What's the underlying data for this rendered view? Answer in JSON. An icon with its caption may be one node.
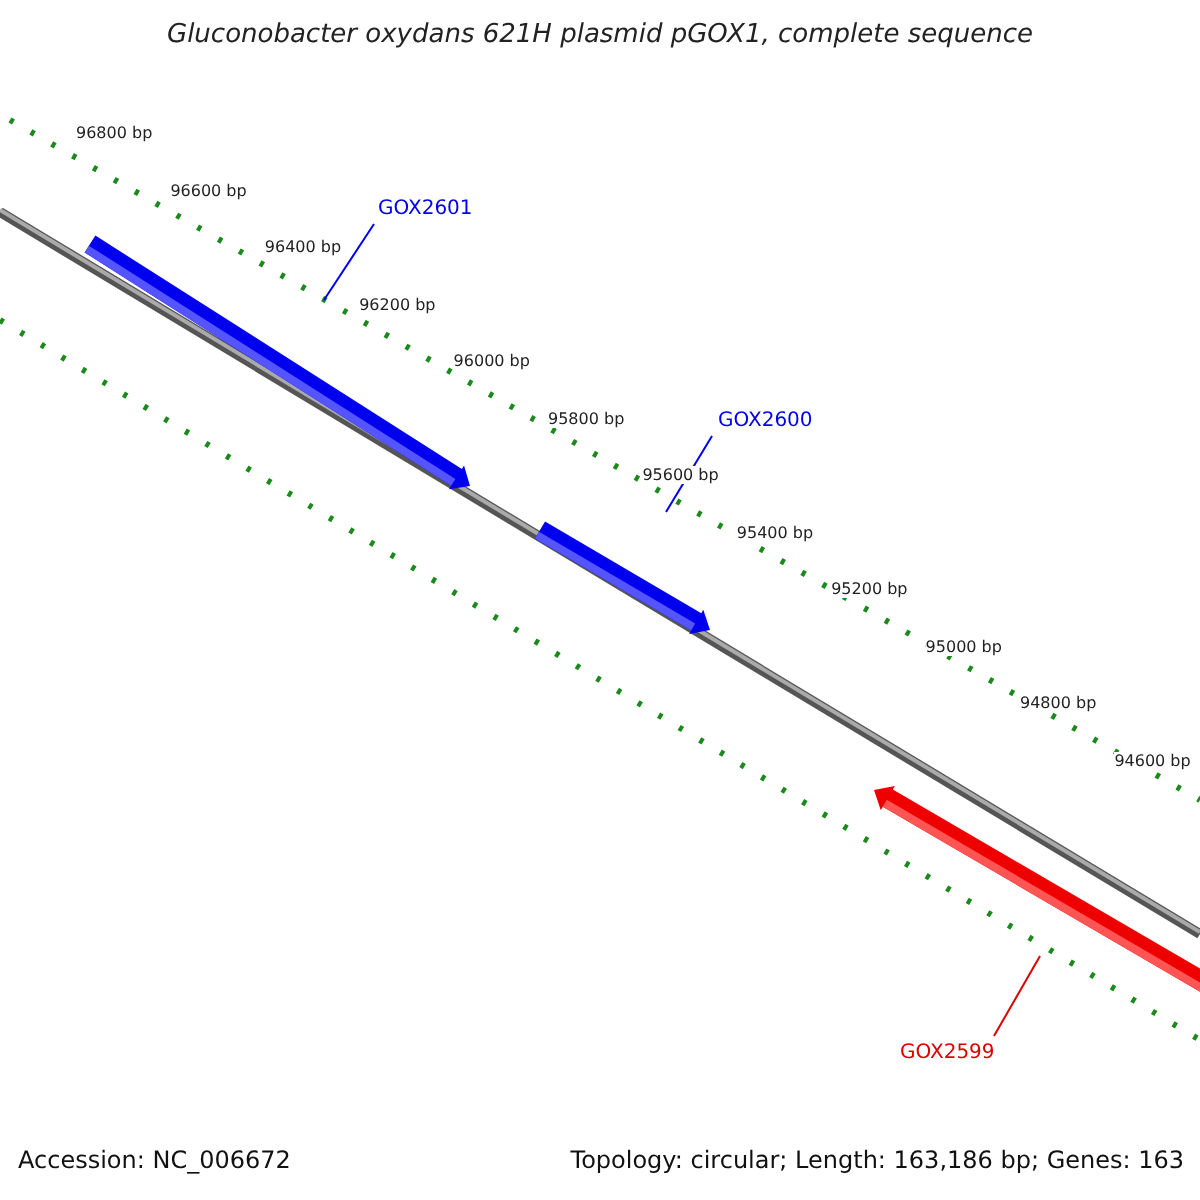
{
  "diagram": {
    "title": "Gluconobacter oxydans 621H plasmid pGOX1, complete sequence",
    "nodes": [
      {
        "text": [
          "GOX2601"
        ]
      },
      {
        "text": [],
        "shape": "bar"
      },
      {
        "text": [
          "GOX2600"
        ]
      },
      {
        "text": [],
        "shape": "bar"
      },
      {
        "text": [],
        "shape": "bar"
      },
      {
        "text": [
          "GOX2599"
        ]
      }
    ],
    "edges": [
      {
        "from": 0,
        "to": 1,
        "arrow": "none"
      },
      {
        "from": 2,
        "to": 3,
        "arrow": "none"
      },
      {
        "from": 5,
        "to": 4,
        "arrow": "none",
        "color": "#dd0000"
      }
    ],
    "labels": [
      "96800 bp",
      "96600 bp",
      "96400 bp",
      "96200 bp",
      "96000 bp",
      "95800 bp",
      "95600 bp",
      "95400 bp",
      "95200 bp",
      "95000 bp",
      "94800 bp",
      "94600 bp",
      "Accession: NC_006672",
      "Topology: circular; Length: 163,186 bp; Genes: 163"
    ]
  }
}
